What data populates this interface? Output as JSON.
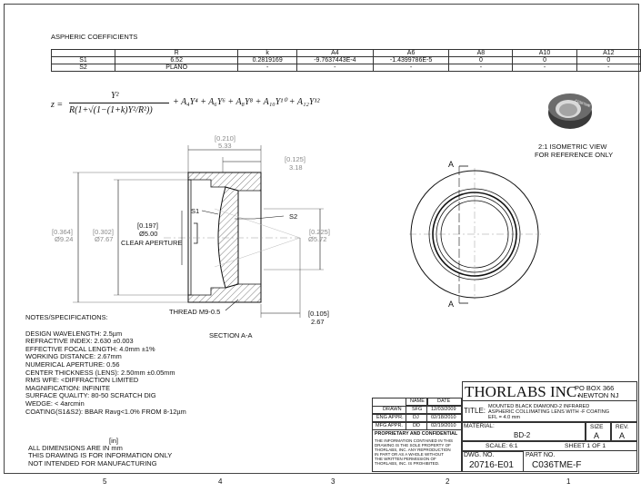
{
  "coefficients": {
    "title": "ASPHERIC COEFFICIENTS",
    "headers": [
      "",
      "R",
      "k",
      "A4",
      "A6",
      "A8",
      "A10",
      "A12"
    ],
    "rows": [
      [
        "S1",
        "6.52",
        "0.2819169",
        "-9.7637443E-4",
        "-1.4399786E-5",
        "0",
        "0",
        "0"
      ],
      [
        "S2",
        "PLANO",
        "-",
        "-",
        "-",
        "-",
        "-",
        "-"
      ]
    ]
  },
  "equation": {
    "lhs": "z =",
    "numerator": "Y²",
    "denominator": "R(1+√(1−(1+k)Y²/R²))",
    "tail": "+ A₄Y⁴ + A₆Y⁶ + A₈Y⁸ + A₁₀Y¹⁰ + A₁₂Y¹²"
  },
  "section_dims": {
    "top_in": "[0.210]",
    "top_mm": "5.33",
    "right_top_in": "[0.125]",
    "right_top_mm": "3.18",
    "outer_in": "[0.364]",
    "outer_mm": "Ø9.24",
    "inner_in": "[0.302]",
    "inner_mm": "Ø7.67",
    "aperture_in": "[0.197]",
    "aperture_mm": "Ø5.00",
    "aperture_label": "CLEAR APERTURE",
    "right_in": "[0.225]",
    "right_mm": "Ø5.72",
    "bottom_in": "[0.105]",
    "bottom_mm": "2.67",
    "s1": "S1",
    "s2": "S2",
    "thread": "THREAD M9-0.5",
    "section": "SECTION A-A"
  },
  "iso": {
    "line1": "2:1 ISOMETRIC VIEW",
    "line2": "FOR REFERENCE ONLY",
    "marking": "C036TME"
  },
  "front": {
    "top_a": "A",
    "bottom_a": "A"
  },
  "notes": {
    "heading": "NOTES/SPECIFICATIONS:",
    "lines": [
      "DESIGN WAVELENGTH: 2.5µm",
      "REFRACTIVE INDEX: 2.630 ±0.003",
      "EFFECTIVE FOCAL LENGTH: 4.0mm ±1%",
      "WORKING DISTANCE: 2.67mm",
      "NUMERICAL APERTURE: 0.56",
      "CENTER THICKNESS (LENS): 2.50mm ±0.05mm",
      "RMS WFE: <DIFFRACTION LIMITED",
      "MAGNIFICATION: INFINITE",
      "SURFACE QUALITY: 80-50 SCRATCH DIG",
      "WEDGE: < 4arcmin",
      "COATING(S1&S2): BBAR Ravg<1.0% FROM 8-12µm"
    ]
  },
  "footer_notes": {
    "unit": "[in]",
    "line1": "ALL DIMENSIONS ARE IN mm",
    "line2": "THIS DRAWING IS FOR INFORMATION ONLY",
    "line3": "NOT INTENDED FOR MANUFACTURING"
  },
  "title_block": {
    "company": "THORLABS INC.",
    "address1": "PO BOX 366",
    "address2": "NEWTON NJ",
    "name_hdr": "NAME",
    "date_hdr": "DATE",
    "drawn_lbl": "DRAWN",
    "drawn_name": "SFG",
    "drawn_date": "12/03/2009",
    "eng_lbl": "ENG APPR.",
    "eng_name": "DJ",
    "eng_date": "02/18/2010",
    "mfg_lbl": "MFG APPR.",
    "mfg_name": "DD",
    "mfg_date": "02/19/2010",
    "prop_title": "PROPRIETARY AND CONFIDENTIAL",
    "prop_lines": [
      "THE INFORMATION CONTAINED IN THIS",
      "DRAWING IS THE SOLE PROPERTY OF",
      "THORLABS, INC. ANY REPRODUCTION",
      "IN PART OR AS A WHOLE WITHOUT",
      "THE WRITTEN PERMISSION OF",
      "THORLABS, INC. IS PROHIBITED."
    ],
    "title_lbl": "TITLE:",
    "title_1": "MOUNTED BLACK DIAMOND-2 INFRARED",
    "title_2": "ASPHERIC COLLIMATING LENS WITH -F COATING",
    "title_3": "EFL = 4.0 mm",
    "material_lbl": "MATERIAL:",
    "material": "BD-2",
    "size_lbl": "SIZE",
    "size": "A",
    "rev_lbl": "REV.",
    "rev": "A",
    "scale": "SCALE: 6:1",
    "sheet": "SHEET 1 OF 1",
    "dwg_lbl": "DWG. NO.",
    "dwg": "20716-E01",
    "part_lbl": "PART NO.",
    "part": "C036TME-F"
  },
  "zones": [
    "5",
    "4",
    "3",
    "2",
    "1"
  ]
}
